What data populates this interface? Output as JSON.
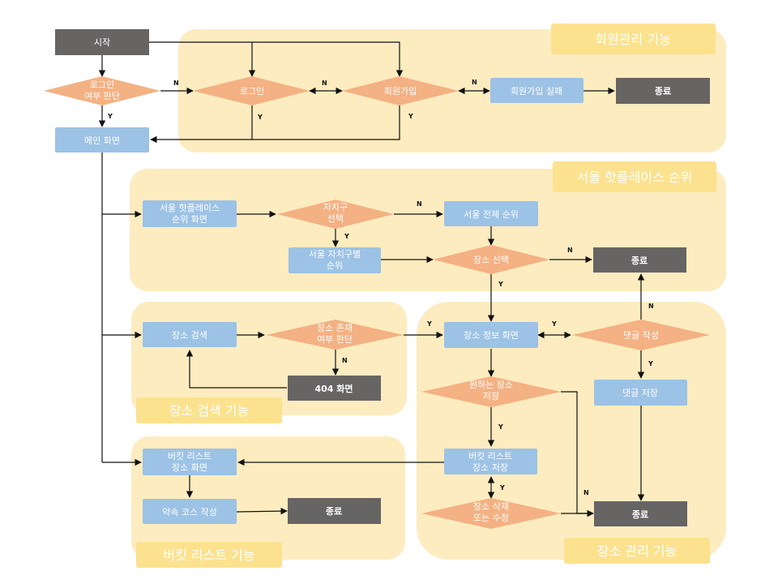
{
  "groups": {
    "member": "회원관리 기능",
    "hotplace": "서울 핫플레이스 순위",
    "search": "장소 검색 기능",
    "bucket": "버킷 리스트 기능",
    "place": "장소 관리 기능"
  },
  "nodes": {
    "start": "시작",
    "login_check": [
      "로그인",
      "여부 판단"
    ],
    "login": "로그인",
    "signup": "회원가입",
    "signup_fail": "회원가입 실패",
    "end_member": "종료",
    "main": "메인 화면",
    "hot_screen": [
      "서울 핫플레이스",
      "순위 화면"
    ],
    "district_select": [
      "자치구",
      "선택"
    ],
    "seoul_rank": "서울 전체 순위",
    "district_rank": [
      "서울 자치구별",
      "순위"
    ],
    "place_select": "장소 선택",
    "end_hot": "종료",
    "place_search": "장소 검색",
    "place_exists": [
      "장소 존재",
      "여부 판단"
    ],
    "not_found": "404 화면",
    "place_info": "장소 정보 화면",
    "comment_write": "댓글 작성",
    "comment_save": "댓글 저장",
    "want_save": [
      "원하는 장소",
      "저장"
    ],
    "bucket_save": [
      "버킷 리스트",
      "장소 저장"
    ],
    "place_edit": [
      "장소 삭제",
      "또는 수정"
    ],
    "end_place": "종료",
    "bucket_screen": [
      "버킷 리스트",
      "장소 화면"
    ],
    "course_write": "약속 코스 작성",
    "end_bucket": "종료"
  },
  "edge_labels": {
    "yes": "Y",
    "no": "N"
  }
}
